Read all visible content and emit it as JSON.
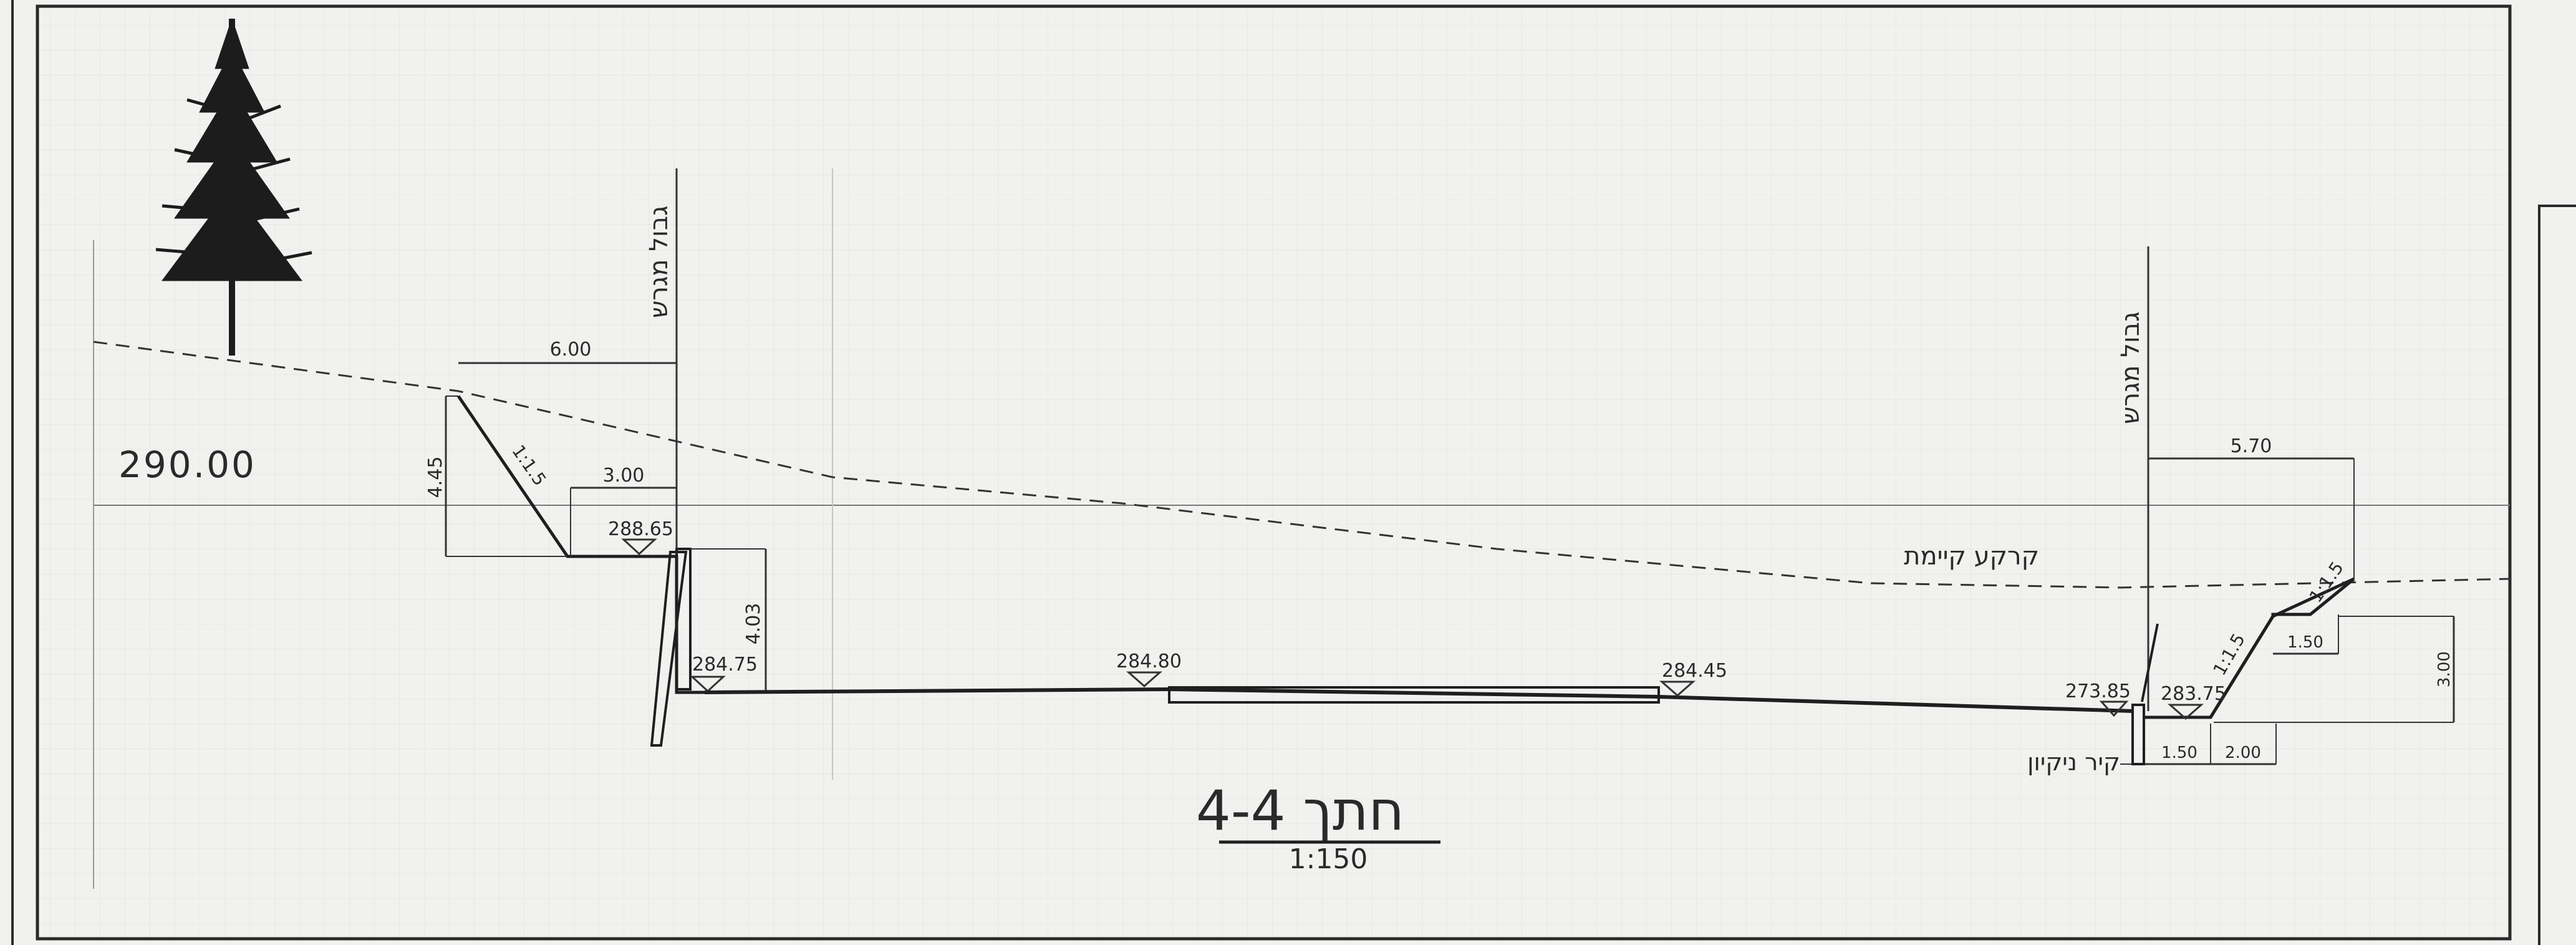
{
  "section": {
    "title": "חתך 4-4",
    "scale": "1:150"
  },
  "reference_level": "290.00",
  "terrain_label": "קרקע קיימת",
  "plot_boundary_label_left": "גבול מגרש",
  "plot_boundary_label_right": "גבול מגרש",
  "cleaning_wall_label": "קיר ניקיון",
  "elevations": {
    "left_bench": "288.65",
    "left_foot": "284.75",
    "middle": "284.80",
    "right_middle": "284.45",
    "wall_top": "273.85",
    "right_foot": "283.75"
  },
  "dimensions": {
    "left_top_width": "6.00",
    "left_height": "4.45",
    "left_bench_width": "3.00",
    "left_wall_height": "4.03",
    "right_top_width": "5.70",
    "right_bench": "1.50",
    "right_height": "3.00",
    "right_bottom_1": "1.50",
    "right_bottom_2": "2.00"
  },
  "slopes": {
    "left": "1:1.5",
    "right_upper": "1:1.5",
    "right_lower": "1:1.5"
  },
  "colors": {
    "line": "#2a2a2a",
    "paper": "#f1f1ef",
    "grid": "#dcdcda"
  }
}
